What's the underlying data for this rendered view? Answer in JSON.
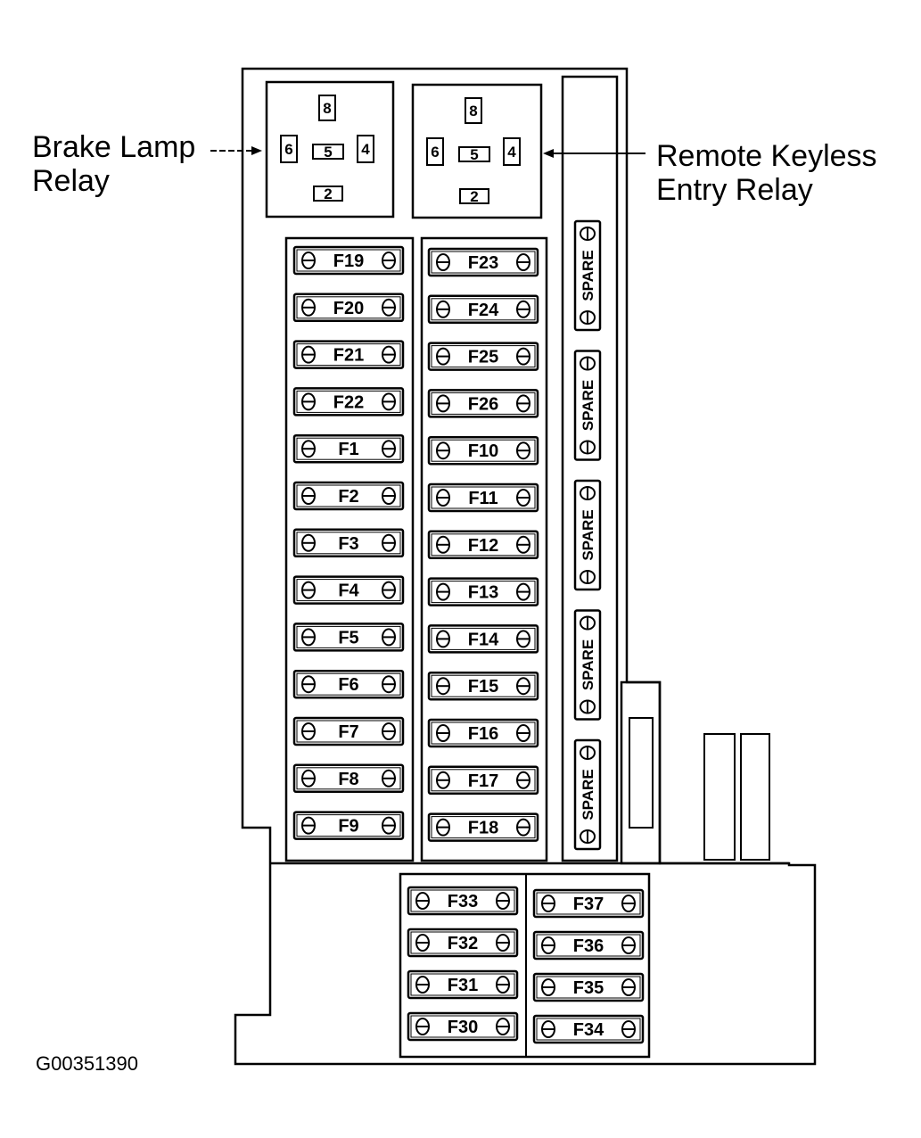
{
  "labels": {
    "brake_relay": "Brake Lamp\nRelay",
    "keyless_relay": "Remote Keyless\nEntry Relay",
    "figure_id": "G00351390"
  },
  "relay_pins": {
    "brake": [
      "8",
      "6",
      "5",
      "4",
      "2"
    ],
    "keyless": [
      "8",
      "6",
      "5",
      "4",
      "2"
    ]
  },
  "fuse_columns": {
    "left": [
      "F19",
      "F20",
      "F21",
      "F22",
      "F1",
      "F2",
      "F3",
      "F4",
      "F5",
      "F6",
      "F7",
      "F8",
      "F9"
    ],
    "middle": [
      "F23",
      "F24",
      "F25",
      "F26",
      "F10",
      "F11",
      "F12",
      "F13",
      "F14",
      "F15",
      "F16",
      "F17",
      "F18"
    ],
    "lower_left": [
      "F33",
      "F32",
      "F31",
      "F30"
    ],
    "lower_right": [
      "F37",
      "F36",
      "F35",
      "F34"
    ]
  },
  "spares": [
    "SPARE",
    "SPARE",
    "SPARE",
    "SPARE",
    "SPARE"
  ]
}
